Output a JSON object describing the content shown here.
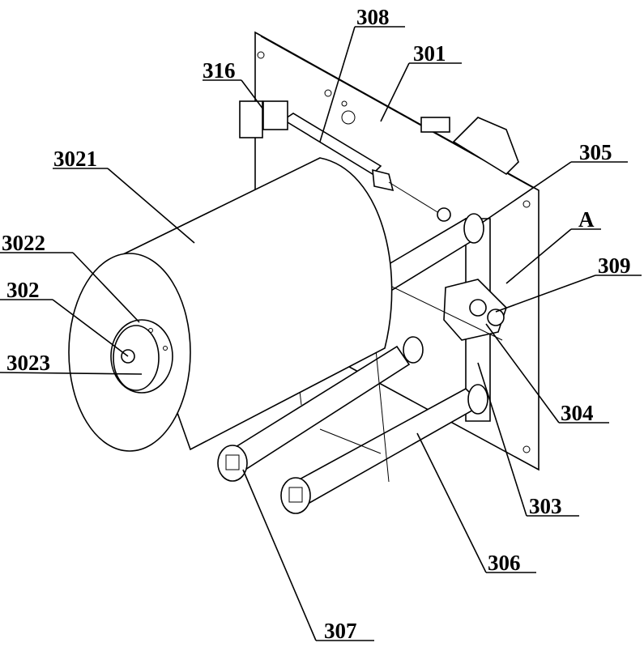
{
  "figure": {
    "labels": {
      "l308": "308",
      "l301": "301",
      "l316": "316",
      "l3021": "3021",
      "l305": "305",
      "lA": "A",
      "l3022": "3022",
      "l309": "309",
      "l302": "302",
      "l3023": "3023",
      "l304": "304",
      "l303": "303",
      "l306": "306",
      "l307": "307"
    }
  }
}
